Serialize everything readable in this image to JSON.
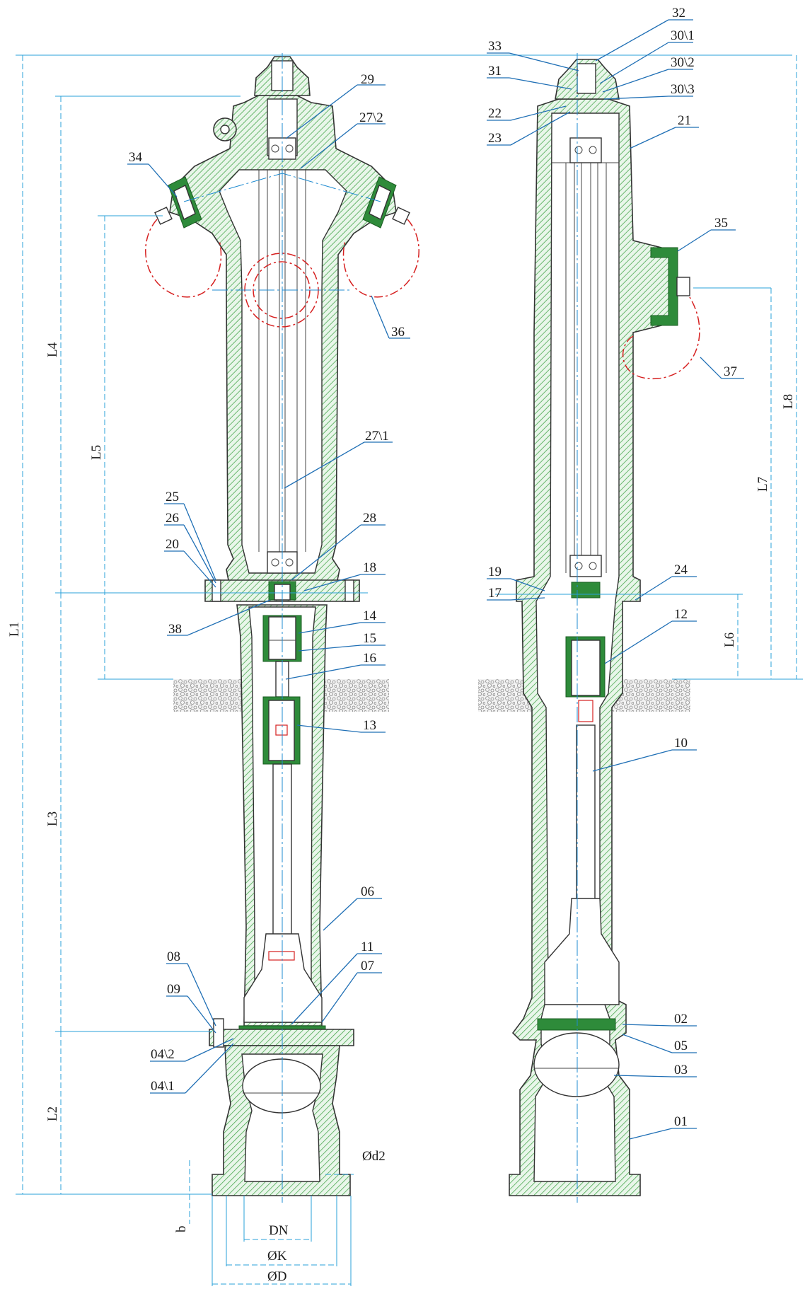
{
  "colors": {
    "section_hatch": "#4aa84f",
    "seal_green": "#2e8b3a",
    "dimension_blue": "#2aa0d8",
    "leader_blue": "#1f6fb5",
    "hidden_red": "#d62020"
  },
  "left_view": {
    "part_labels": [
      "29",
      "27\\2",
      "34",
      "36",
      "27\\1",
      "25",
      "26",
      "20",
      "28",
      "18",
      "38",
      "14",
      "15",
      "16",
      "13",
      "06",
      "08",
      "09",
      "11",
      "07",
      "04\\2",
      "04\\1"
    ],
    "dimensions": [
      "L1",
      "L4",
      "L5",
      "L3",
      "L2",
      "b",
      "DN",
      "ØK",
      "ØD",
      "Ød2"
    ]
  },
  "right_view": {
    "part_labels": [
      "32",
      "33",
      "30\\1",
      "31",
      "30\\2",
      "30\\3",
      "22",
      "23",
      "21",
      "35",
      "37",
      "19",
      "17",
      "24",
      "12",
      "10",
      "02",
      "05",
      "03",
      "01"
    ],
    "dimensions": [
      "L8",
      "L7",
      "L6"
    ]
  }
}
